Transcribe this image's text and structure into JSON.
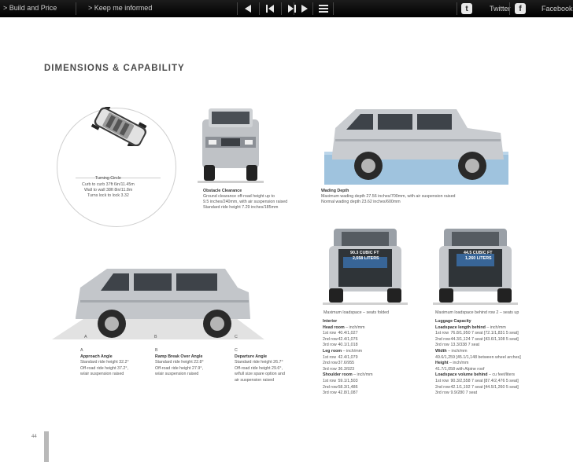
{
  "toolbar": {
    "build_label": "Build and Price",
    "keep_label": "Keep me informed",
    "twitter_label": "Twitter",
    "facebook_label": "Facebook",
    "twitter_glyph": "t",
    "facebook_glyph": "f"
  },
  "page": {
    "heading": "DIMENSIONS & CAPABILITY",
    "page_number": "44"
  },
  "turning": {
    "title": "Turning Circle",
    "line1": "Curb to curb 37ft 6in/11.45m",
    "line2": "Wall to wall 38ft 8in/11.8m",
    "line3": "Turns lock to lock 3.32"
  },
  "obstacle": {
    "title": "Obstacle Clearance",
    "line1": "Ground clearance off-road height up to",
    "line2": "9.5 inches/240mm, with air suspension raised",
    "line3": "Standard ride height 7.29 inches/185mm"
  },
  "wading": {
    "title": "Wading Depth",
    "line1": "Maximum wading depth 27.56 inches/700mm, with air suspension raised",
    "line2": "Normal wading depth 23.62 inches/600mm"
  },
  "angles": {
    "marker_a": "A",
    "marker_b": "B",
    "marker_c": "C",
    "a_letter": "A",
    "a_title": "Approach Angle",
    "a_line1": "Standard ride height 32.2°",
    "a_line2": "Off-road ride height 37.2°,",
    "a_line3": "w/air suspension raised",
    "b_letter": "B",
    "b_title": "Ramp Break Over Angle",
    "b_line1": "Standard ride height 22.8°",
    "b_line2": "Off-road ride height 27.9°,",
    "b_line3": "w/air suspension raised",
    "c_letter": "C",
    "c_title": "Departure Angle",
    "c_line1": "Standard ride height 26.7°",
    "c_line2": "Off-road ride height 29.6°,",
    "c_line3": "w/full size spare option and",
    "c_line4": "air suspension raised"
  },
  "cargo": {
    "left_caption": "Maximum loadspace – seats folded",
    "left_vol1": "90.3 CUBIC FT",
    "left_vol2": "2,558 LITERS",
    "right_caption": "Maximum loadspace behind row 2 – seats up",
    "right_vol1": "44.5 CUBIC FT",
    "right_vol2": "1,260 LITERS"
  },
  "interior": {
    "title": "Interior",
    "head_label": "Head room",
    "head_unit": " – inch/mm",
    "head_rows": [
      {
        "row": "1st row",
        "val": "40.4/1,027"
      },
      {
        "row": "2nd row",
        "val": "42.4/1,076"
      },
      {
        "row": "3rd row",
        "val": "40.1/1,018"
      }
    ],
    "leg_label": "Leg room",
    "leg_unit": " – inch/mm",
    "leg_rows": [
      {
        "row": "1st row",
        "val": "42.4/1,079"
      },
      {
        "row": "2nd row",
        "val": "37.6/955"
      },
      {
        "row": "3rd row",
        "val": "36.3/923"
      }
    ],
    "shoulder_label": "Shoulder room",
    "shoulder_unit": " – inch/mm",
    "shoulder_rows": [
      {
        "row": "1st row",
        "val": "59.1/1,503"
      },
      {
        "row": "2nd row",
        "val": "58.3/1,486"
      },
      {
        "row": "3rd row",
        "val": "42.8/1,087"
      }
    ]
  },
  "luggage": {
    "title": "Luggage Capacity",
    "lh_label": "Loadspace length behind",
    "lh_unit": " – inch/mm",
    "lh_rows": [
      {
        "row": "1st row",
        "val": "76.8/1,950  7 seat  [72.1/1,831 5 seat]"
      },
      {
        "row": "2nd row",
        "val": "44.3/1,124  7 seat  [43.6/1,108 5 seat]"
      },
      {
        "row": "3rd row",
        "val": "13.3/338  7 seat"
      }
    ],
    "width_label": "Width",
    "width_unit": " – inch/mm",
    "width_line": "49.6/1,259  [45.1/1,148 between wheel arches]",
    "height_label": "Height",
    "height_unit": " – inch/mm",
    "height_line": "41.7/1,058 with Alpine roof",
    "lv_label": "Loadspace volume behind",
    "lv_unit": " – cu feet/liters",
    "lv_rows": [
      {
        "row": "1st row",
        "val": "90.3/2,558  7 seat  [87.4/2,476  5 seat]"
      },
      {
        "row": "2nd row",
        "val": "42.1/1,192  7 seat  [44.5/1,260  5 seat]"
      },
      {
        "row": "3rd row",
        "val": "9.9/280  7 seat"
      }
    ]
  }
}
